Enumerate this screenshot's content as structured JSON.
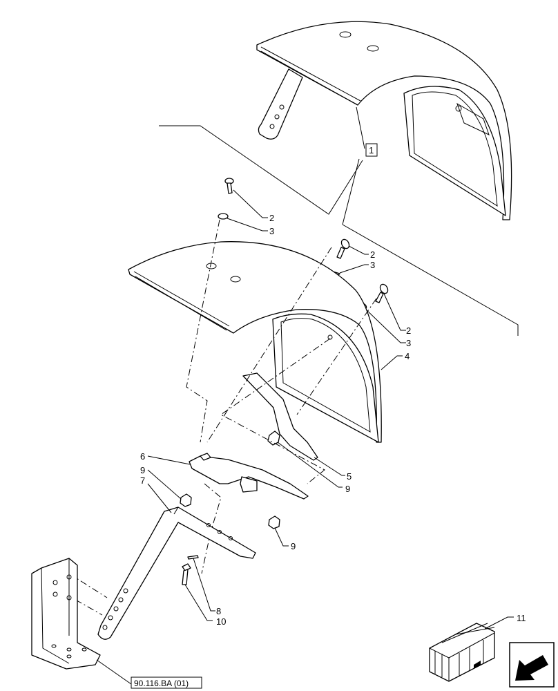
{
  "callouts": {
    "c1": "1",
    "c2a": "2",
    "c3a": "3",
    "c2b": "2",
    "c3b": "3",
    "c2c": "2",
    "c3c": "3",
    "c4": "4",
    "c5": "5",
    "c9a": "9",
    "c6": "6",
    "c9b": "9",
    "c7": "7",
    "c9c": "9",
    "c8": "8",
    "c10": "10",
    "c11": "11"
  },
  "reference": {
    "label": "90.116.BA (01)"
  },
  "icons": {
    "nav": "arrow-navigation-icon",
    "kit": "parts-kit-crate-icon"
  }
}
